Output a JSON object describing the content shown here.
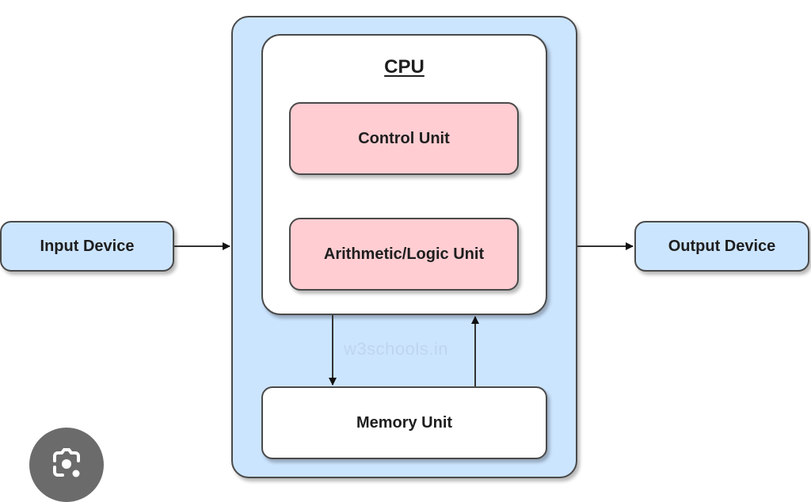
{
  "diagram": {
    "title": "CPU",
    "components": {
      "input_device": "Input Device",
      "output_device": "Output Device",
      "control_unit": "Control Unit",
      "alu": "Arithmetic/Logic Unit",
      "memory_unit": "Memory Unit"
    },
    "connections": [
      {
        "from": "Input Device",
        "to": "CPU"
      },
      {
        "from": "CPU",
        "to": "Output Device"
      },
      {
        "from": "CPU",
        "to": "Memory Unit"
      },
      {
        "from": "Memory Unit",
        "to": "CPU"
      }
    ],
    "colors": {
      "container": "#cce5ff",
      "io_device": "#cce5ff",
      "cpu_unit": "#ffcdd2",
      "memory": "#ffffff",
      "border": "#4a4a4a"
    }
  },
  "watermark": "w3schools.in",
  "overlay": {
    "icon": "lens-camera-icon"
  }
}
